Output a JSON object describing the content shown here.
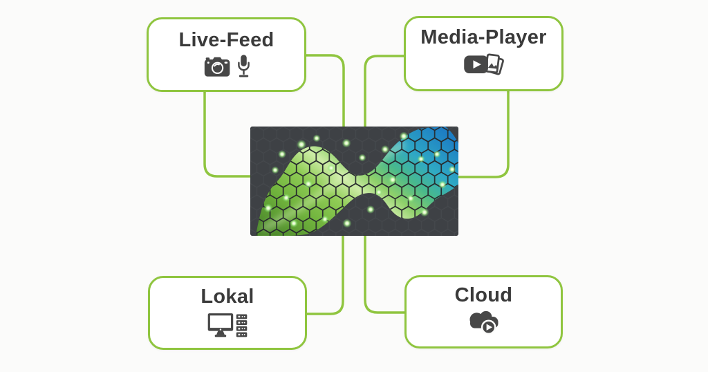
{
  "diagram": {
    "background_color": "#fbfbfa",
    "accent_color": "#8fc53f",
    "text_color": "#3a3a3a",
    "icon_color": "#474747",
    "nodes": [
      {
        "id": "live-feed",
        "label": "Live-Feed",
        "icons": [
          "camera-icon",
          "microphone-icon"
        ],
        "position": "top-left"
      },
      {
        "id": "media-player",
        "label": "Media-Player",
        "icons": [
          "video-play-icon",
          "photo-stack-icon"
        ],
        "position": "top-right"
      },
      {
        "id": "lokal",
        "label": "Lokal",
        "icons": [
          "monitor-icon",
          "server-rack-icon"
        ],
        "position": "bottom-left"
      },
      {
        "id": "cloud",
        "label": "Cloud",
        "icons": [
          "cloud-play-icon"
        ],
        "position": "bottom-right"
      }
    ],
    "center": {
      "name": "led-display-panel",
      "artwork": "hexagon-wave",
      "panel_color": "#3e4145",
      "artwork_colors": [
        "#4f8c2d",
        "#7cc142",
        "#cdeca6",
        "#49b98c",
        "#2490cf"
      ]
    },
    "connections": [
      {
        "from": "live-feed",
        "to": "led-display-panel"
      },
      {
        "from": "media-player",
        "to": "led-display-panel"
      },
      {
        "from": "led-display-panel",
        "to": "lokal"
      },
      {
        "from": "led-display-panel",
        "to": "cloud"
      }
    ]
  }
}
